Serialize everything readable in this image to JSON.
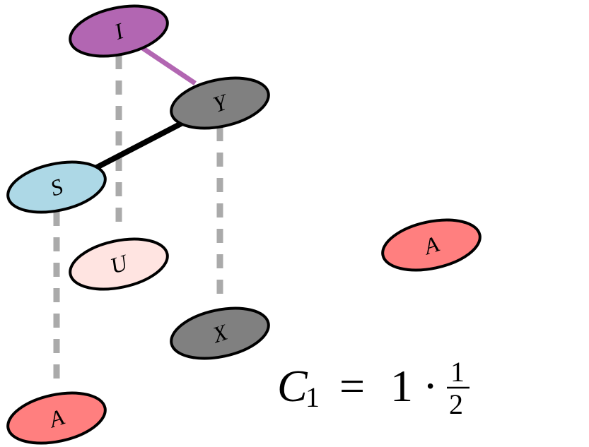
{
  "nodes": [
    {
      "id": "I",
      "label": "I",
      "color": "#B266B2"
    },
    {
      "id": "Y",
      "label": "Y",
      "color": "#808080"
    },
    {
      "id": "S",
      "label": "S",
      "color": "#ADD8E6"
    },
    {
      "id": "U",
      "label": "U",
      "color": "#FFE4E1"
    },
    {
      "id": "X",
      "label": "X",
      "color": "#808080"
    },
    {
      "id": "A1",
      "label": "A",
      "color": "#FF7F7F"
    },
    {
      "id": "A2",
      "label": "A",
      "color": "#FF7F7F"
    }
  ],
  "edges": [
    {
      "from": "I",
      "to": "Y",
      "style": "solid",
      "color": "#B266B2"
    },
    {
      "from": "Y",
      "to": "S",
      "style": "solid",
      "color": "#000000"
    },
    {
      "from": "I",
      "to": "U",
      "style": "dashed",
      "color": "#AAAAAA"
    },
    {
      "from": "Y",
      "to": "X",
      "style": "dashed",
      "color": "#AAAAAA"
    },
    {
      "from": "S",
      "to": "A2",
      "style": "dashed",
      "color": "#AAAAAA"
    }
  ],
  "formula": {
    "C": "C",
    "sub": "1",
    "eq": "=",
    "one": "1",
    "dot": "·",
    "num": "1",
    "den": "2"
  }
}
